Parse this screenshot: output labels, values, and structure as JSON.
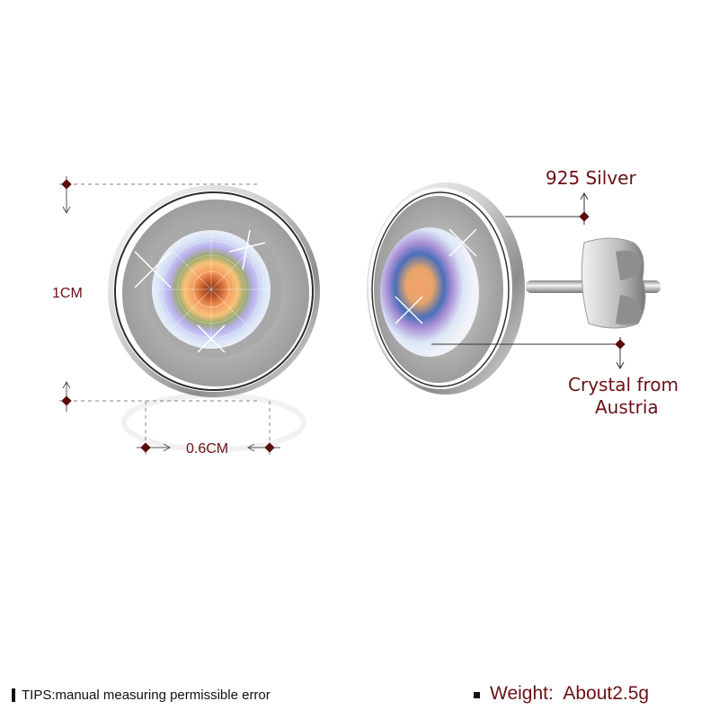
{
  "product": {
    "type": "stud-earrings",
    "material": "925 Silver",
    "stone": "Crystal from Austria"
  },
  "dimensions": {
    "height_label": "1CM",
    "stone_width_label": "0.6CM"
  },
  "callouts": {
    "material_label": "925 Silver",
    "stone_label_line1": "Crystal from",
    "stone_label_line2": "Austria"
  },
  "footer": {
    "tips": "TIPS:manual measuring permissible error",
    "weight": "Weight:  About2.5g"
  },
  "colors": {
    "label": "#6b1116",
    "marker": "#5a0c10",
    "dashed_line": "#9a9a9a",
    "silver": "#c8c8c8"
  }
}
